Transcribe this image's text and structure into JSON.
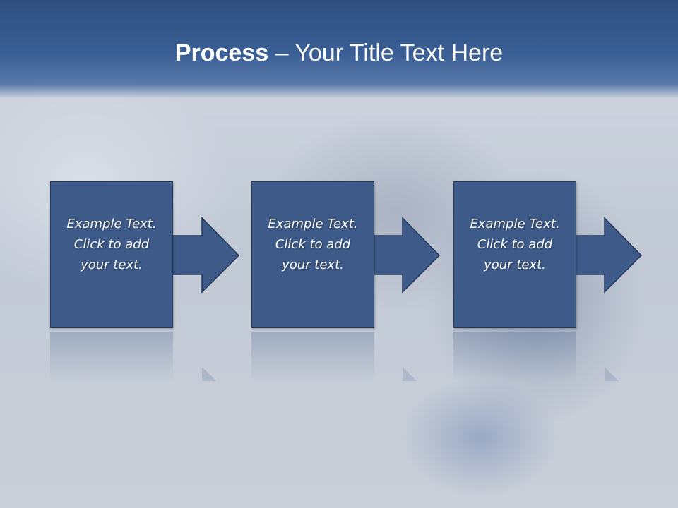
{
  "slide": {
    "title_bold": "Process",
    "title_rest": " – Your Title Text Here"
  },
  "steps": [
    {
      "line1": "Example Text.",
      "line2": "Click  to add",
      "line3": "your text."
    },
    {
      "line1": "Example Text.",
      "line2": "Click  to add",
      "line3": "your text."
    },
    {
      "line1": "Example Text.",
      "line2": "Click  to add",
      "line3": "your text."
    }
  ],
  "colors": {
    "title_band": "#2f4f7f",
    "step_fill": "#3d5a88",
    "step_border": "#24385a",
    "text": "#ffffff"
  }
}
